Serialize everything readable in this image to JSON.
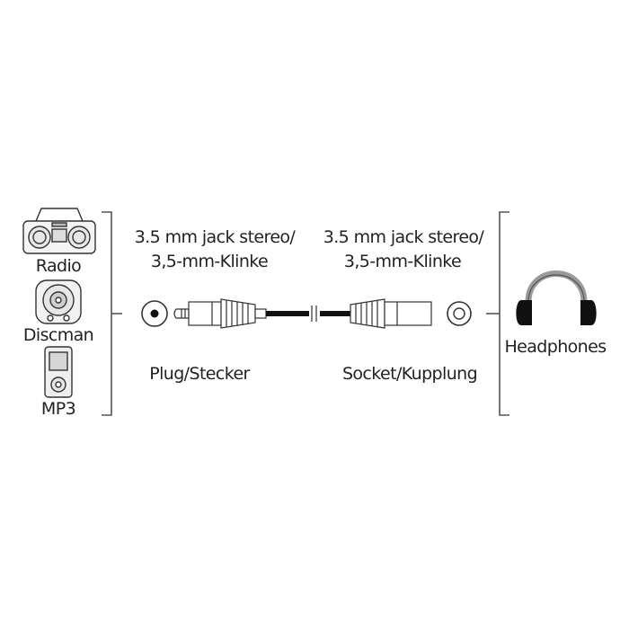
{
  "sources": [
    {
      "label": "Radio",
      "icon": "radio-icon"
    },
    {
      "label": "Discman",
      "icon": "discman-icon"
    },
    {
      "label": "MP3",
      "icon": "mp3-player-icon"
    }
  ],
  "connectors": {
    "left": {
      "spec_line1": "3.5 mm jack stereo/",
      "spec_line2": "3,5-mm-Klinke",
      "type_label": "Plug/Stecker"
    },
    "right": {
      "spec_line1": "3.5 mm jack stereo/",
      "spec_line2": "3,5-mm-Klinke",
      "type_label": "Socket/Kupplung"
    }
  },
  "output": {
    "label": "Headphones",
    "icon": "headphones-icon"
  },
  "colors": {
    "ink": "#222222",
    "cable": "#111111",
    "bracket": "#555555",
    "grey": "#9a9a9a"
  }
}
